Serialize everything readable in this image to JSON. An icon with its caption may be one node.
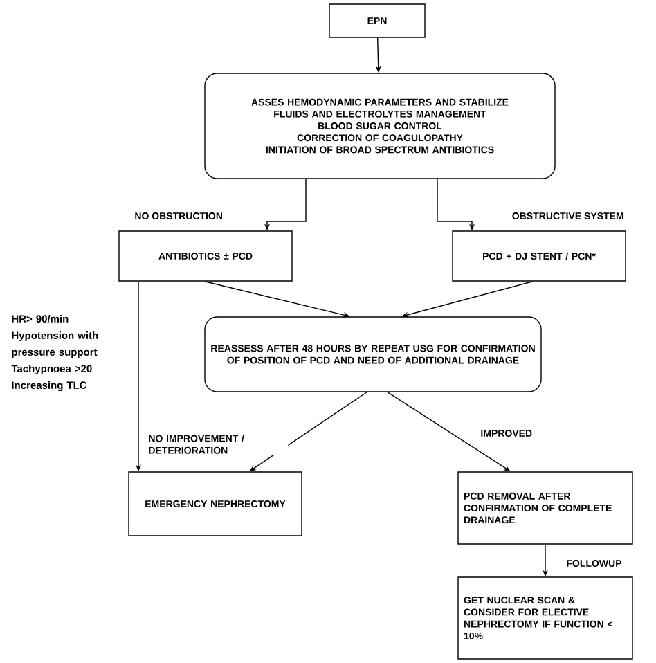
{
  "diagram": {
    "nodes": [
      {
        "text": [
          "EPN"
        ]
      },
      {
        "text": [
          "ASSES HEMODYNAMIC PARAMETERS AND STABILIZE",
          "FLUIDS AND ELECTROLYTES MANAGEMENT",
          "BLOOD SUGAR CONTROL",
          "CORRECTION OF COAGULOPATHY",
          "INITIATION OF BROAD SPECTRUM ANTIBIOTICS"
        ]
      },
      {
        "text": [
          "ANTIBIOTICS ± PCD"
        ]
      },
      {
        "text": [
          "PCD + DJ STENT / PCN*"
        ]
      },
      {
        "text": [
          "REASSESS AFTER 48 HOURS BY REPEAT USG FOR CONFIRMATION OF POSITION OF PCD AND NEED OF ADDITIONAL DRAINAGE"
        ]
      },
      {
        "text": [
          "EMERGENCY NEPHRECTOMY"
        ]
      },
      {
        "text": [
          "PCD REMOVAL AFTER CONFIRMATION OF COMPLETE DRAINAGE"
        ]
      },
      {
        "text": [
          "GET NUCLEAR SCAN & CONSIDER FOR ELECTIVE NEPHRECTOMY IF FUNCTION < 10%"
        ]
      }
    ],
    "edges": [
      {
        "from": 0,
        "to": 1,
        "arrow": "to"
      },
      {
        "from": 1,
        "to": 2,
        "arrow": "to",
        "label": "NO OBSTRUCTION"
      },
      {
        "from": 1,
        "to": 3,
        "arrow": "to",
        "label": "OBSTRUCTIVE SYSTEM"
      },
      {
        "from": 2,
        "to": 4,
        "arrow": "to"
      },
      {
        "from": 3,
        "to": 4,
        "arrow": "to"
      },
      {
        "from": 2,
        "to": 5,
        "arrow": "to",
        "label": "HR> 90/min Hypotension with pressure support Tachypnoea >20 Increasing TLC"
      },
      {
        "from": 4,
        "to": 5,
        "arrow": "to",
        "label": "NO IMPROVEMENT / DETERIORATION"
      },
      {
        "from": 4,
        "to": 6,
        "arrow": "to",
        "label": "IMPROVED"
      },
      {
        "from": 6,
        "to": 7,
        "arrow": "to",
        "label": "FOLLOWUP"
      }
    ]
  }
}
